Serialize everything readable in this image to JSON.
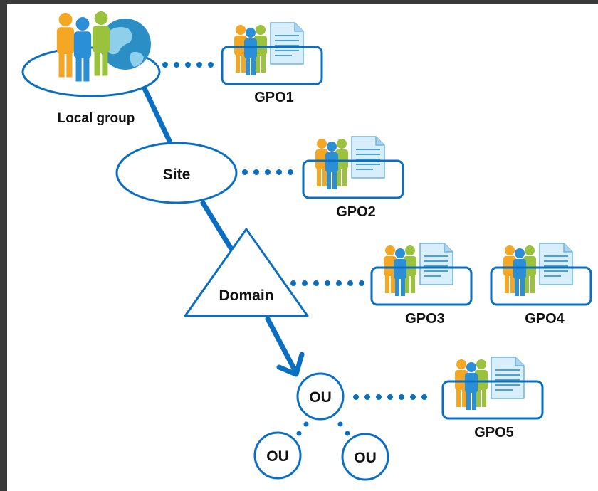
{
  "nodes": {
    "local_group": "Local group",
    "site": "Site",
    "domain": "Domain",
    "ou_main": "OU",
    "ou_child_left": "OU",
    "ou_child_right": "OU"
  },
  "gpos": {
    "gpo1": "GPO1",
    "gpo2": "GPO2",
    "gpo3": "GPO3",
    "gpo4": "GPO4",
    "gpo5": "GPO5"
  },
  "colors": {
    "accent": "#0a6fc2",
    "person_orange": "#f5a623",
    "person_blue": "#2a8fd6",
    "person_green": "#9ac23c",
    "document": "#bfe0f5"
  },
  "icons": {
    "group_icon": "people-globe-icon",
    "gpo_icon": "people-document-icon"
  }
}
